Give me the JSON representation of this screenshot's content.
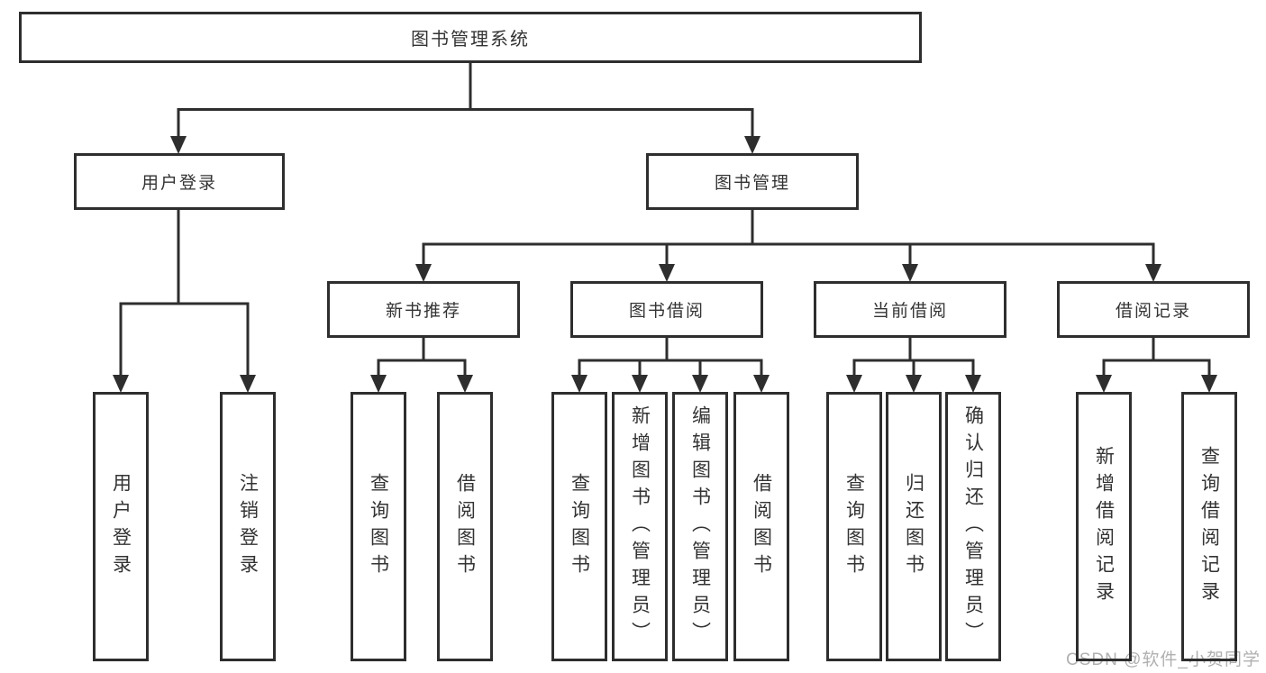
{
  "tree": {
    "label": "图书管理系统",
    "children": [
      {
        "label": "用户登录",
        "children": [
          {
            "label": "用户登录"
          },
          {
            "label": "注销登录"
          }
        ]
      },
      {
        "label": "图书管理",
        "children": [
          {
            "label": "新书推荐",
            "children": [
              {
                "label": "查询图书"
              },
              {
                "label": "借阅图书"
              }
            ]
          },
          {
            "label": "图书借阅",
            "children": [
              {
                "label": "查询图书"
              },
              {
                "label": "新增图书（管理员）"
              },
              {
                "label": "编辑图书（管理员）"
              },
              {
                "label": "借阅图书"
              }
            ]
          },
          {
            "label": "当前借阅",
            "children": [
              {
                "label": "查询图书"
              },
              {
                "label": "归还图书"
              },
              {
                "label": "确认归还（管理员）"
              }
            ]
          },
          {
            "label": "借阅记录",
            "children": [
              {
                "label": "新增借阅记录"
              },
              {
                "label": "查询借阅记录"
              }
            ]
          }
        ]
      }
    ]
  },
  "watermark": {
    "text": "CSDN @软件_小贺同学"
  },
  "colors": {
    "line": "#2e2e2e",
    "box_fill": "#ffffff",
    "text": "#333333",
    "watermark": "#b0b0b0"
  }
}
